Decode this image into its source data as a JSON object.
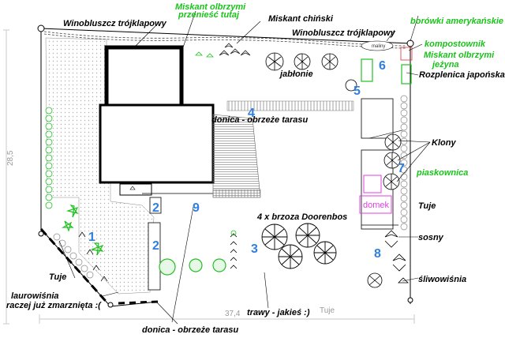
{
  "labels": {
    "winobluszcz_top_left": "Winobluszcz trójklapowy",
    "miskant_olbrzymi": "Miskant olbrzymi",
    "przeniesc_tutaj": "przenieść tutaj",
    "miskant_chinski": "Miskant chiński",
    "winobluszcz_top_right": "Winobluszcz trójklapowy",
    "borowki": "borówki amerykańskie",
    "kompostownik": "kompostownik",
    "miskant_jezyna_1": "Miskant olbrzymi",
    "miskant_jezyna_2": "jeżyna",
    "jablonie": "jabłonie",
    "rozplenica": "Rozplenica japońska",
    "donica_tarasu": "donica - obrzeże tarasu",
    "klony": "Klony",
    "piaskownica": "piaskownica",
    "domek": "domek",
    "tuje_right": "Tuje",
    "brzoza": "4 x brzoza Doorenbos",
    "sosny": "sosny",
    "sliwowisnia": "śliwowiśnia",
    "tuje_left": "Tuje",
    "laurowisnia_1": "laurowiśnia",
    "laurowisnia_2": "raczej już zmarznięta :(",
    "trawy": "trawy - jakieś :)",
    "donica_bottom": "donica - obrzeże tarasu",
    "maliny": "maliny",
    "tuje_bottom": "Tuje"
  },
  "zones": {
    "z1": "1",
    "z2a": "2",
    "z2b": "2",
    "z3": "3",
    "z4": "4",
    "z5": "5",
    "z6": "6",
    "z7": "7",
    "z8": "8",
    "z9": "9"
  },
  "dimensions": {
    "width": "37,4",
    "height": "28,5"
  },
  "colors": {
    "line": "#000000",
    "green_label": "#19c319",
    "zone_number": "#2f7fe0",
    "shrub_green": "#22c022",
    "magenta": "#e040e0",
    "dimension_grey": "#9a9a9a"
  }
}
